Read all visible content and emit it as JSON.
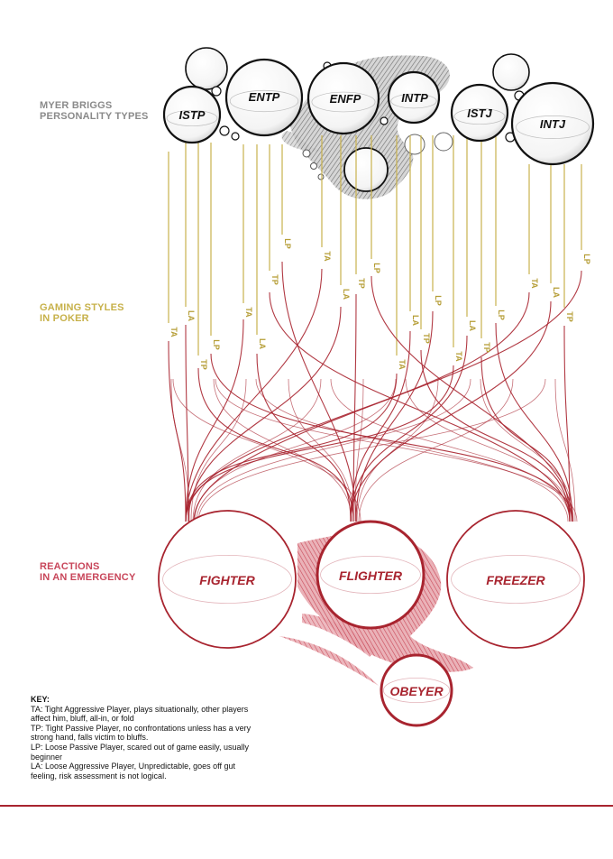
{
  "section_labels": {
    "types": [
      "MYER BRIGGS",
      "PERSONALITY TYPES"
    ],
    "styles": [
      "GAMING STYLES",
      "IN POKER"
    ],
    "reactions": [
      "REACTIONS",
      "IN AN EMERGENCY"
    ]
  },
  "personality_types": [
    {
      "id": "ISTP",
      "label": "ISTP"
    },
    {
      "id": "ENTP",
      "label": "ENTP"
    },
    {
      "id": "ENFP",
      "label": "ENFP"
    },
    {
      "id": "INTP",
      "label": "INTP"
    },
    {
      "id": "ISTJ",
      "label": "ISTJ"
    },
    {
      "id": "INTJ",
      "label": "INTJ"
    }
  ],
  "styles": [
    {
      "type": "ISTP",
      "code": "TA",
      "reaction": "FIGHTER"
    },
    {
      "type": "ISTP",
      "code": "LA",
      "reaction": "FIGHTER"
    },
    {
      "type": "ISTP",
      "code": "TP",
      "reaction": "FLIGHTER"
    },
    {
      "type": "ISTP",
      "code": "LP",
      "reaction": "FREEZER"
    },
    {
      "type": "ENTP",
      "code": "TA",
      "reaction": "FIGHTER"
    },
    {
      "type": "ENTP",
      "code": "LA",
      "reaction": "FLIGHTER"
    },
    {
      "type": "ENTP",
      "code": "TP",
      "reaction": "FREEZER"
    },
    {
      "type": "ENTP",
      "code": "LP",
      "reaction": "FLIGHTER"
    },
    {
      "type": "ENFP",
      "code": "TA",
      "reaction": "FIGHTER"
    },
    {
      "type": "ENFP",
      "code": "LA",
      "reaction": "FIGHTER"
    },
    {
      "type": "ENFP",
      "code": "TP",
      "reaction": "FLIGHTER"
    },
    {
      "type": "ENFP",
      "code": "LP",
      "reaction": "FREEZER"
    },
    {
      "type": "INTP",
      "code": "TA",
      "reaction": "FIGHTER"
    },
    {
      "type": "INTP",
      "code": "LA",
      "reaction": "FLIGHTER"
    },
    {
      "type": "INTP",
      "code": "TP",
      "reaction": "FREEZER"
    },
    {
      "type": "INTP",
      "code": "LP",
      "reaction": "FLIGHTER"
    },
    {
      "type": "ISTJ",
      "code": "TA",
      "reaction": "FIGHTER"
    },
    {
      "type": "ISTJ",
      "code": "LA",
      "reaction": "FLIGHTER"
    },
    {
      "type": "ISTJ",
      "code": "TP",
      "reaction": "FREEZER"
    },
    {
      "type": "ISTJ",
      "code": "LP",
      "reaction": "FREEZER"
    },
    {
      "type": "INTJ",
      "code": "TA",
      "reaction": "FIGHTER"
    },
    {
      "type": "INTJ",
      "code": "LA",
      "reaction": "FLIGHTER"
    },
    {
      "type": "INTJ",
      "code": "TP",
      "reaction": "FREEZER"
    },
    {
      "type": "INTJ",
      "code": "LP",
      "reaction": "FIGHTER"
    }
  ],
  "reactions": [
    {
      "id": "FIGHTER",
      "label": "FIGHTER"
    },
    {
      "id": "FLIGHTER",
      "label": "FLIGHTER"
    },
    {
      "id": "FREEZER",
      "label": "FREEZER"
    },
    {
      "id": "OBEYER",
      "label": "OBEYER"
    }
  ],
  "key": {
    "title": "KEY:",
    "entries": [
      "TA: Tight Aggressive Player, plays situationally, other players affect him, bluff, all-in, or fold",
      "TP: Tight Passive Player, no confrontations unless has a very strong hand, falls victim to bluffs.",
      "LP: Loose Passive Player, scared out of game easily, usually beginner",
      "LA: Loose Aggressive Player, Unpredictable, goes off gut feeling, risk assessment is not logical."
    ]
  },
  "colors": {
    "types": "#8a8a8a",
    "styles": "#c7b14a",
    "reactions": "#c8465a",
    "crimson": "#a8242f",
    "gold_line": "#c9b24e"
  }
}
